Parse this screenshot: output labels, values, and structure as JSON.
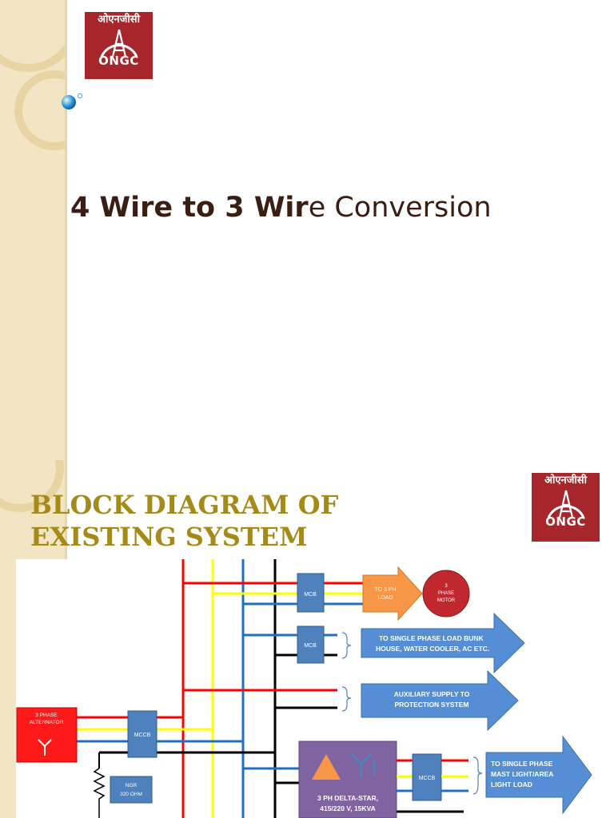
{
  "slide1": {
    "logo": {
      "hindi": "ओएनजीसी",
      "latin": "ONGC"
    },
    "title_bold": "4 Wire to 3 Wir",
    "title_rest": "e Conversion"
  },
  "slide2": {
    "logo": {
      "hindi": "ओएनजीसी",
      "latin": "ONGC"
    },
    "title_line1": "BLOCK DIAGRAM OF",
    "title_line2": "EXISTING SYSTEM",
    "diagram": {
      "alternator": [
        "3 PHASE",
        "ALTERNATOR"
      ],
      "mccb_main": "MCCB",
      "ngr": [
        "NGR",
        "320 OHM"
      ],
      "mcb_1": "MCB",
      "mcb_2": "MCB",
      "load_3ph": [
        "TO 3 PH",
        "LOAD"
      ],
      "motor": [
        "3",
        "PHASE",
        "MOTOR"
      ],
      "single_phase_load": [
        "TO SINGLE PHASE LOAD BUNK",
        "HOUSE, WATER COOLER, AC ETC."
      ],
      "aux_supply": [
        "AUXILIARY SUPPLY TO",
        "PROTECTION SYSTEM"
      ],
      "transformer": [
        "3 PH DELTA-STAR,",
        "415/220 V, 15KVA"
      ],
      "mccb_2": "MCCB",
      "mast_light": [
        "TO SINGLE PHASE",
        "MAST LIGHT/AREA",
        "LIGHT  LOAD"
      ],
      "colors": {
        "red": "#ff0000",
        "yellow": "#ffff00",
        "blue": "#1f6fc0",
        "black": "#000000",
        "box": "#4f81bd",
        "arrow": "#558ed5",
        "orange": "#f79646"
      }
    }
  }
}
